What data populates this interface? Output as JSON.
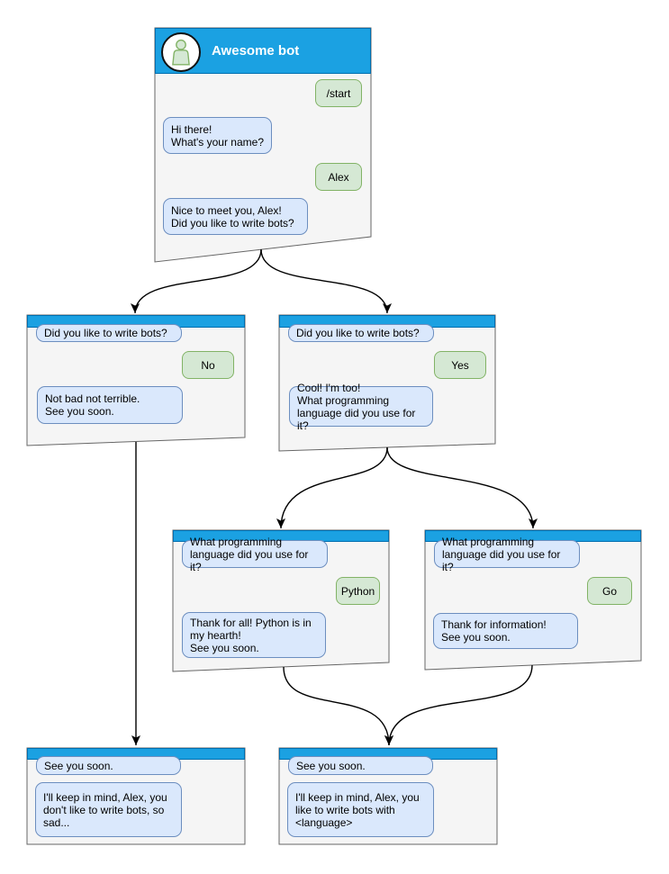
{
  "colors": {
    "header_blue": "#1BA1E2",
    "header_border": "#006EAF",
    "window_bg": "#F5F5F5",
    "window_border": "#666666",
    "bot_bubble_bg": "#DAE8FC",
    "bot_bubble_border": "#6C8EBF",
    "user_bubble_bg": "#D5E8D4",
    "user_bubble_border": "#82B366",
    "connector": "#000000"
  },
  "main_window": {
    "title": "Awesome bot",
    "avatar": "person-icon",
    "start_command": "/start",
    "greeting": "Hi there!\nWhat's your name?",
    "user_name": "Alex",
    "question": "Nice to meet you, Alex!\nDid you like to write bots?"
  },
  "no_branch": {
    "question": "Did you like to write bots?",
    "answer": "No",
    "reply": "Not bad not terrible.\nSee you soon."
  },
  "yes_branch": {
    "question": "Did you like to write bots?",
    "answer": "Yes",
    "reply": "Cool! I'm too!\nWhat programming\nlanguage did you use for it?"
  },
  "python_branch": {
    "question": "What programming\nlanguage did you use for it?",
    "answer": "Python",
    "reply": "Thank for all! Python is in\nmy hearth!\nSee you soon."
  },
  "go_branch": {
    "question": "What programming\nlanguage did you use for it?",
    "answer": "Go",
    "reply": "Thank for information!\nSee you soon."
  },
  "sad_ending": {
    "question": "See you soon.",
    "reply": "I'll keep in mind, Alex, you\ndon't like to write bots, so\nsad..."
  },
  "happy_ending": {
    "question": "See you soon.",
    "reply": "I'll keep in mind, Alex, you\nlike to write bots with\n<language>"
  }
}
